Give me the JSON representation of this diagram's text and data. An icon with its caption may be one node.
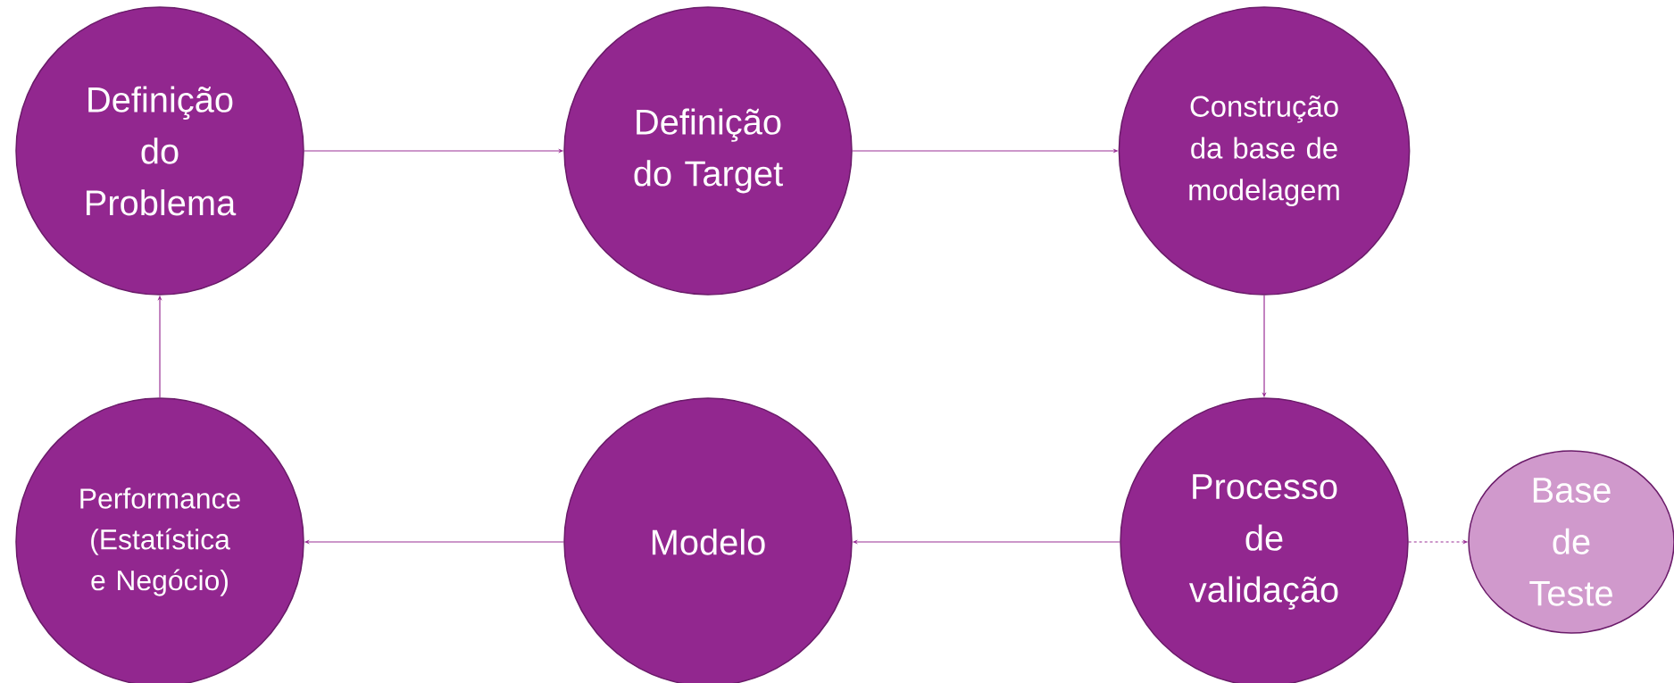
{
  "diagram": {
    "nodes": [
      {
        "text": [
          "Definição do Problema"
        ]
      },
      {
        "text": [
          "Definição do Target"
        ]
      },
      {
        "text": [
          "Construção da base de modelagem"
        ]
      },
      {
        "text": [
          "Processo de validação"
        ]
      },
      {
        "text": [
          "Modelo"
        ]
      },
      {
        "text": [
          "Performance (Estatística e Negócio)"
        ]
      },
      {
        "text": [
          "Base de Teste"
        ]
      }
    ],
    "edges": [
      {
        "from": 0,
        "to": 1,
        "arrow": "to"
      },
      {
        "from": 1,
        "to": 2,
        "arrow": "to"
      },
      {
        "from": 2,
        "to": 3,
        "arrow": "to"
      },
      {
        "from": 3,
        "to": 4,
        "arrow": "to"
      },
      {
        "from": 4,
        "to": 5,
        "arrow": "to"
      },
      {
        "from": 5,
        "to": 0,
        "arrow": "to"
      },
      {
        "from": 3,
        "to": 6,
        "arrow": "to",
        "style": "dashed"
      }
    ]
  }
}
